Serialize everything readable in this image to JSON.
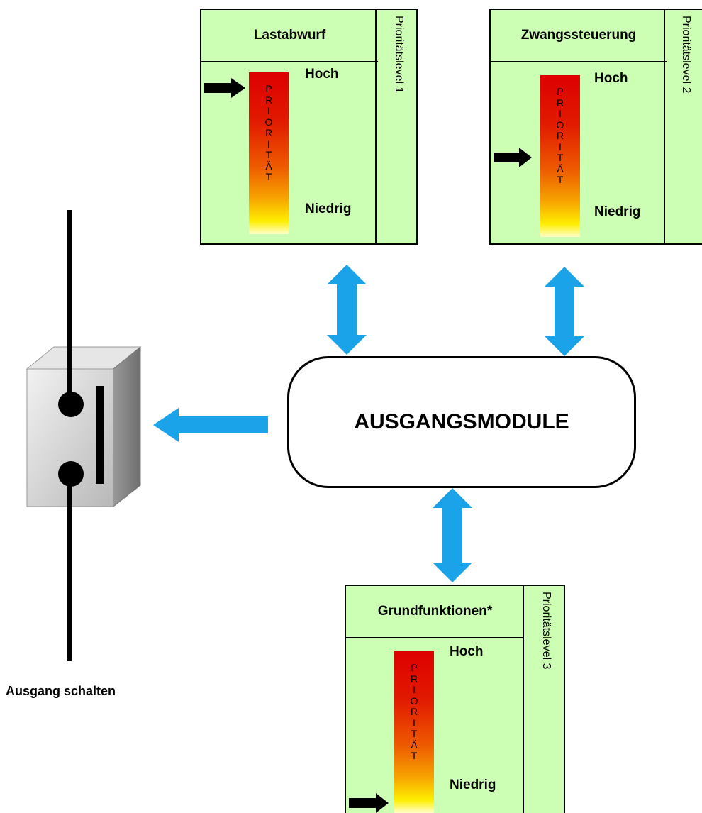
{
  "boxes": [
    {
      "title": "Lastabwurf",
      "level": "Prioritätslevel 1",
      "high": "Hoch",
      "low": "Niedrig",
      "bar_letters": [
        "P",
        "R",
        "I",
        "O",
        "R",
        "I",
        "T",
        "Ä",
        "T"
      ],
      "active_priority": "high"
    },
    {
      "title": "Zwangssteuerung",
      "level": "Prioritätslevel 2",
      "high": "Hoch",
      "low": "Niedrig",
      "bar_letters": [
        "P",
        "R",
        "I",
        "O",
        "R",
        "I",
        "T",
        "Ä",
        "T"
      ],
      "active_priority": "medium"
    },
    {
      "title": "Grundfunktionen*",
      "level": "Prioritätslevel 3",
      "high": "Hoch",
      "low": "Niedrig",
      "bar_letters": [
        "P",
        "R",
        "I",
        "O",
        "R",
        "I",
        "T",
        "Ä",
        "T"
      ],
      "active_priority": "low"
    }
  ],
  "center": {
    "label": "AUSGANGSMODULE"
  },
  "output": {
    "label": "Ausgang schalten"
  },
  "colors": {
    "box_fill": "#ccffb3",
    "arrow_blue": "#1aa3e8",
    "gradient_top": "#dd0000",
    "gradient_bottom": "#ffffcc"
  }
}
